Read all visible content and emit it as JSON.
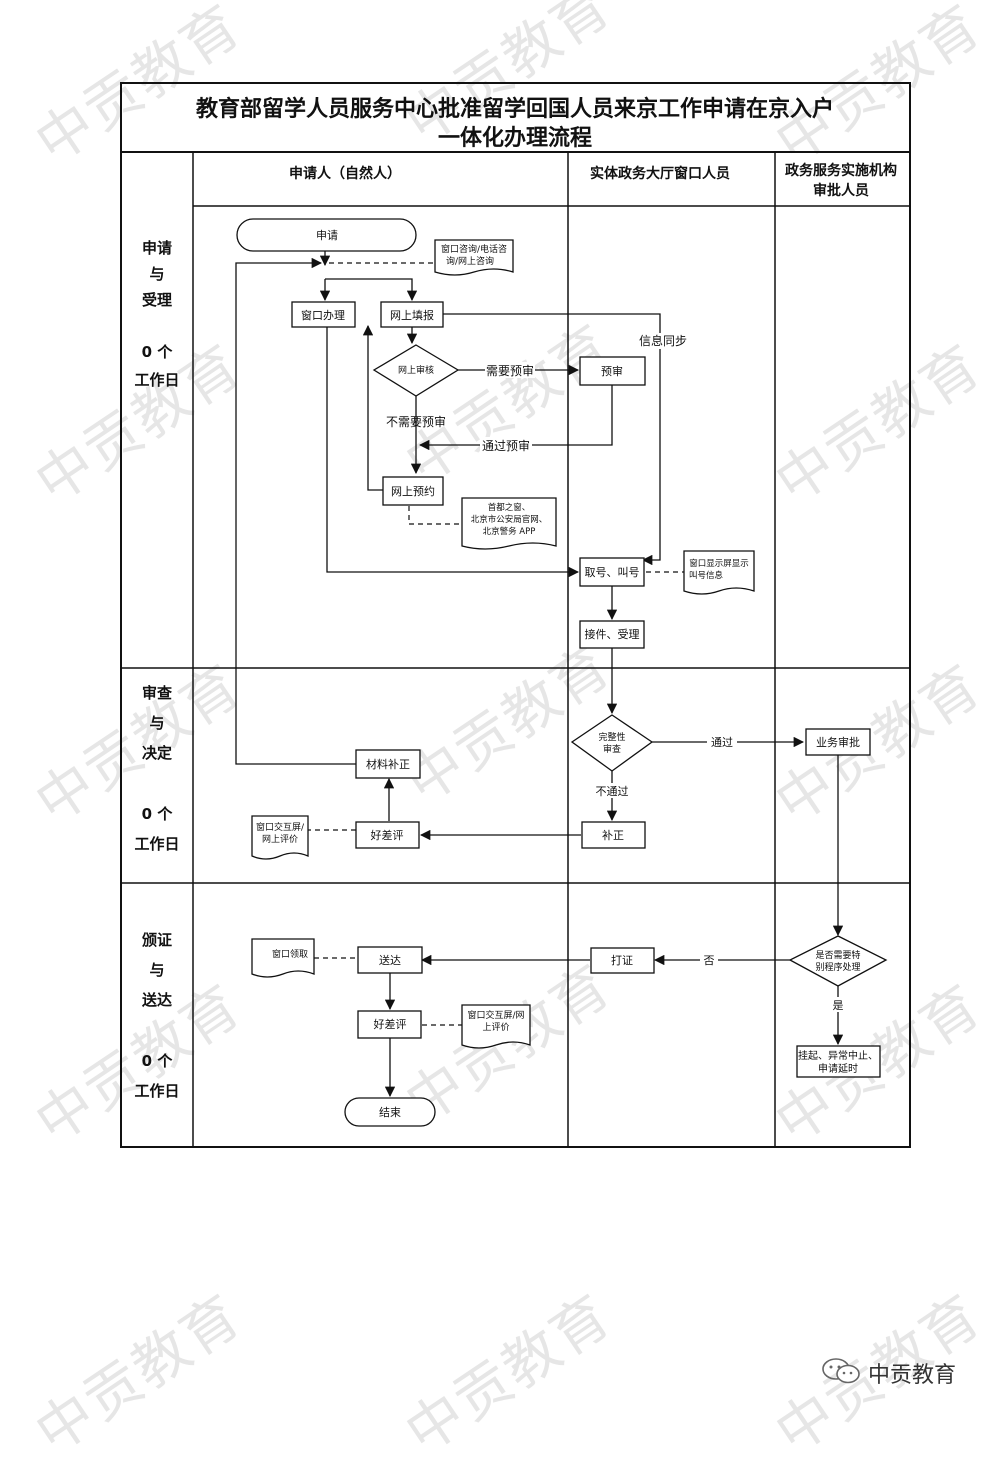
{
  "title": {
    "line1": "教育部留学人员服务中心批准留学回国人员来京工作申请在京入户",
    "line2": "一体化办理流程"
  },
  "columns": {
    "applicant": "申请人（自然人）",
    "window": "实体政务大厅窗口人员",
    "approver_line1": "政务服务实施机构",
    "approver_line2": "审批人员"
  },
  "phases": [
    {
      "lines": [
        "申请",
        "与",
        "受理"
      ],
      "days_line1": "0 个",
      "days_line2": "工作日"
    },
    {
      "lines": [
        "审查",
        "与",
        "决定"
      ],
      "days_line1": "0 个",
      "days_line2": "工作日"
    },
    {
      "lines": [
        "颁证",
        "与",
        "送达"
      ],
      "days_line1": "0 个",
      "days_line2": "工作日"
    }
  ],
  "nodes": {
    "start": "申请",
    "consult_doc": [
      "窗口咨询/电话咨",
      "询/网上咨询"
    ],
    "window_handle": "窗口办理",
    "online_fill": "网上填报",
    "online_review": "网上审核",
    "pre_review": "预审",
    "online_appointment": "网上预约",
    "appointment_doc": [
      "首都之窗、",
      "北京市公安局官网、",
      "北京警务 APP"
    ],
    "ticket_call": "取号、叫号",
    "ticket_doc": [
      "窗口显示屏显示",
      "叫号信息"
    ],
    "receive_accept": "接件、受理",
    "completeness_check": [
      "完整性",
      "审查"
    ],
    "business_approval": "业务审批",
    "material_supplement": "材料补正",
    "rating1": "好差评",
    "rating1_doc": [
      "窗口交互屏/",
      "网上评价"
    ],
    "supplement": "补正",
    "special_procedure": [
      "是否需要特",
      "别程序处理"
    ],
    "suspend": [
      "挂起、异常中止、",
      "申请延时"
    ],
    "print_cert": "打证",
    "deliver": "送达",
    "window_pickup_doc": "窗口领取",
    "rating2": "好差评",
    "rating2_doc": [
      "窗口交互屏/网",
      "上评价"
    ],
    "end": "结束"
  },
  "edge_labels": {
    "need_pre_review": "需要预审",
    "no_pre_review": "不需要预审",
    "pass_pre_review": "通过预审",
    "info_sync": "信息同步",
    "pass": "通过",
    "fail": "不通过",
    "no": "否",
    "yes": "是"
  },
  "watermark": "中贡教育",
  "logo_text": "中贡教育"
}
